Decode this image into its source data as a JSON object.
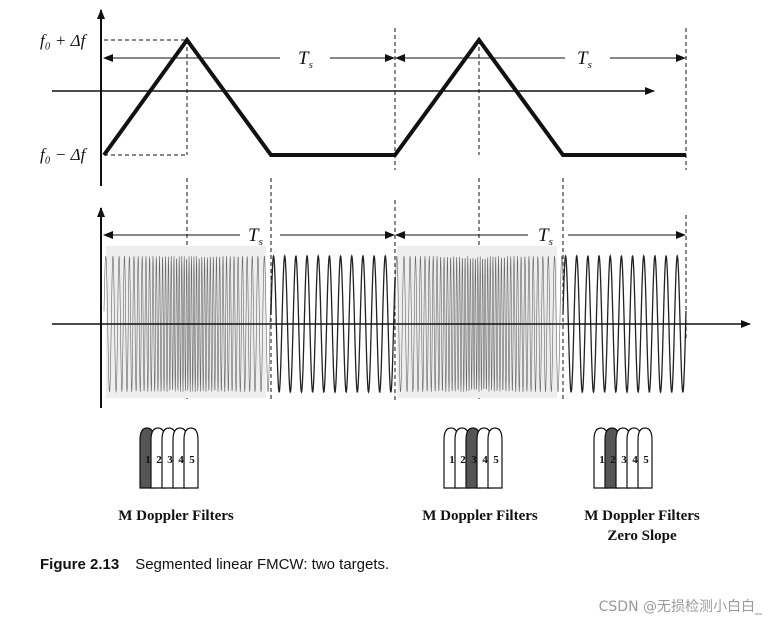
{
  "freq_panel": {
    "label_top": "f₀ + Δf",
    "label_bottom": "f₀ − Δf",
    "period_label": "T",
    "period_sub": "s"
  },
  "signal_panel": {
    "period_label": "T",
    "period_sub": "s"
  },
  "filter_banks": [
    {
      "labels": [
        "1",
        "2",
        "3",
        "4",
        "5"
      ],
      "highlighted": 1,
      "caption": "M Doppler Filters",
      "caption2": ""
    },
    {
      "labels": [
        "1",
        "2",
        "3",
        "4",
        "5"
      ],
      "highlighted": 3,
      "caption": "M Doppler Filters",
      "caption2": ""
    },
    {
      "labels": [
        "1",
        "2",
        "3",
        "4",
        "5"
      ],
      "highlighted": 2,
      "caption": "M Doppler Filters",
      "caption2": "Zero Slope"
    }
  ],
  "caption": {
    "number": "Figure 2.13",
    "text": "Segmented linear FMCW: two targets."
  },
  "watermark": "CSDN @无损检测小白白_",
  "colors": {
    "line": "#111111",
    "filter_fill": "#555555",
    "wave": "#333333"
  }
}
